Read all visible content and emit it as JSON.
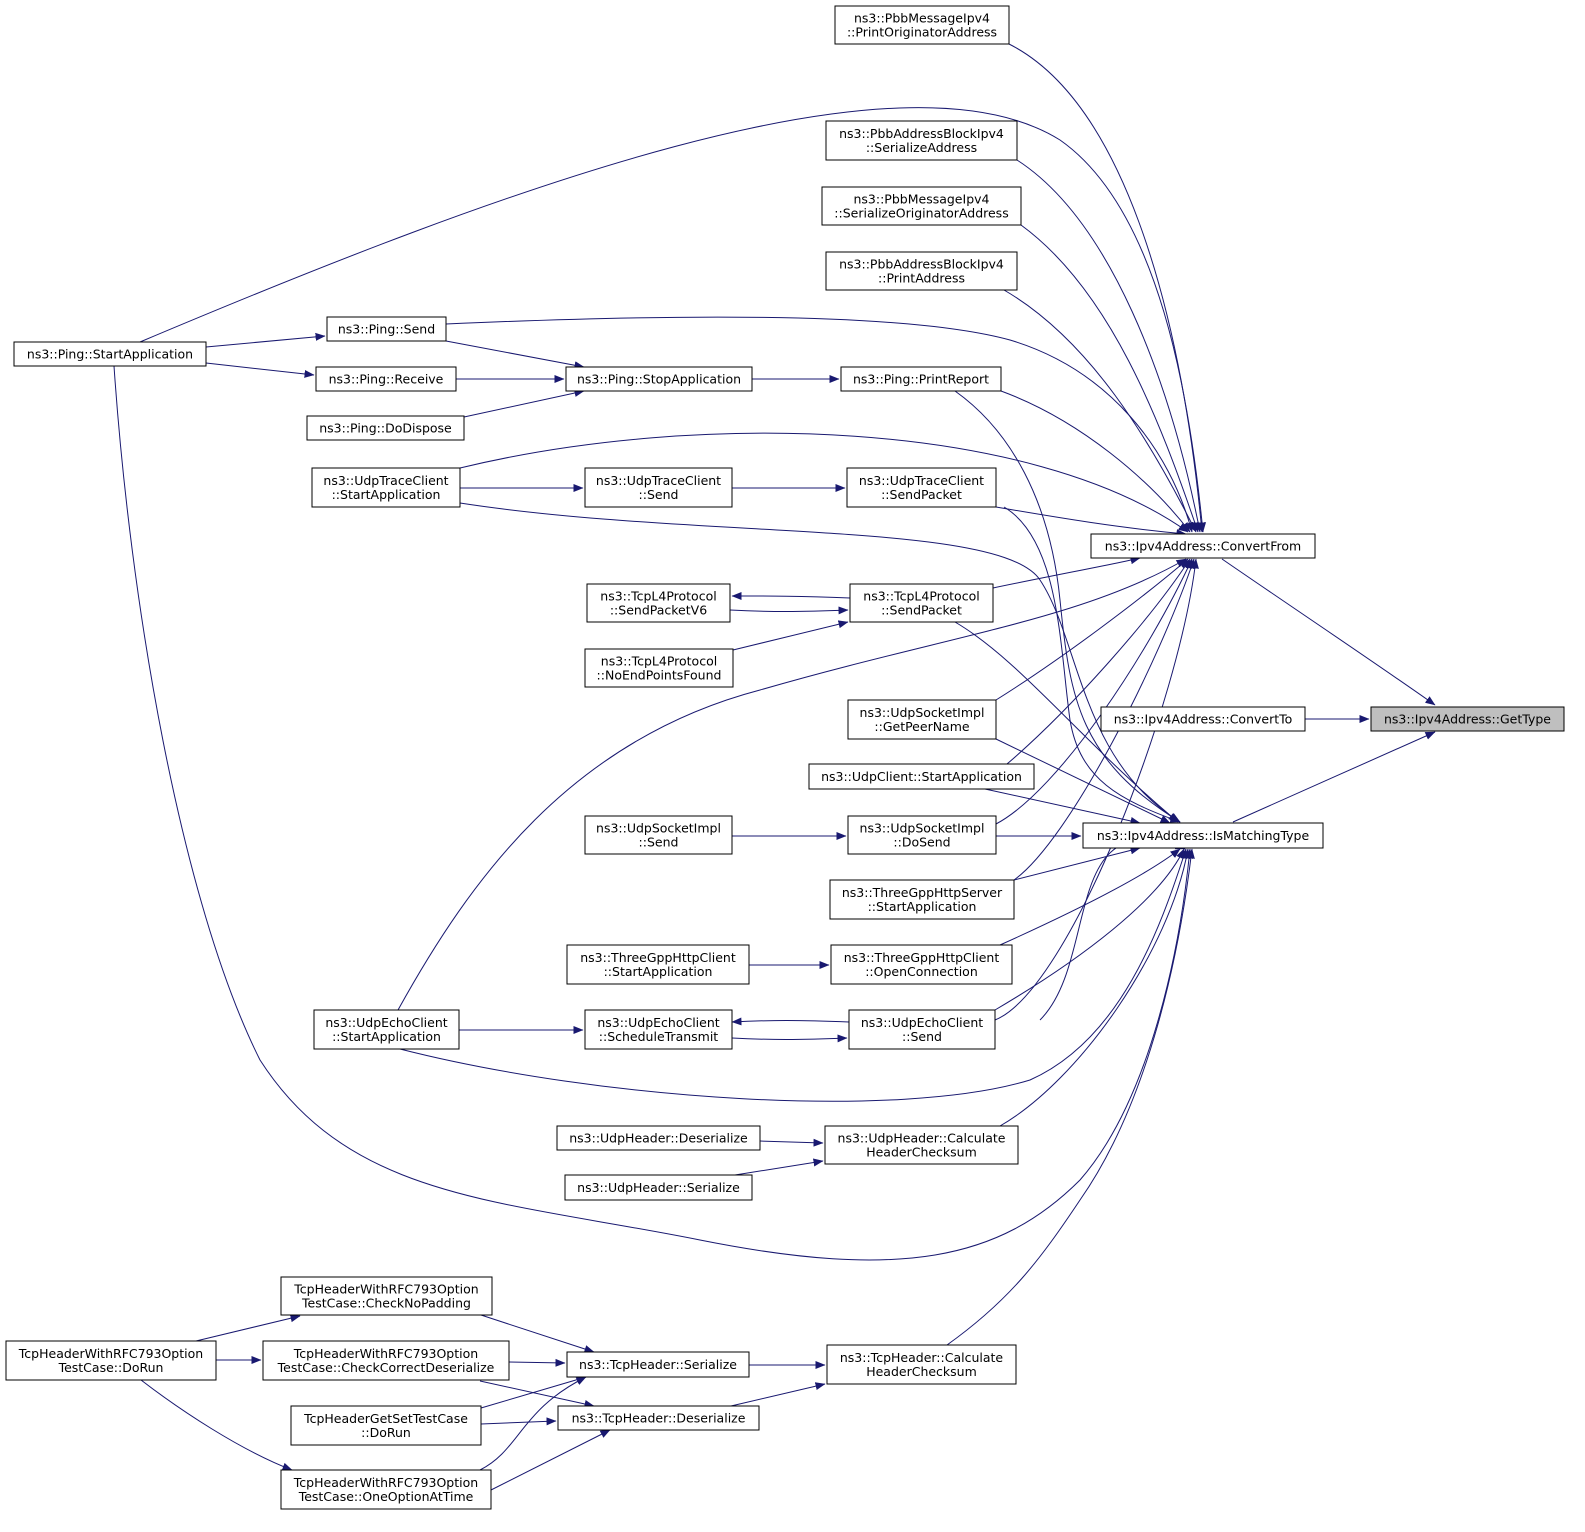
{
  "nodes": [
    {
      "id": "get_type",
      "lines": [
        "ns3::Ipv4Address::GetType"
      ],
      "highlight": true
    },
    {
      "id": "convert_from",
      "lines": [
        "ns3::Ipv4Address::ConvertFrom"
      ]
    },
    {
      "id": "convert_to",
      "lines": [
        "ns3::Ipv4Address::ConvertTo"
      ]
    },
    {
      "id": "is_matching_type",
      "lines": [
        "ns3::Ipv4Address::IsMatchingType"
      ]
    },
    {
      "id": "pbb_msg_print_orig",
      "lines": [
        "ns3::PbbMessageIpv4",
        "::PrintOriginatorAddress"
      ]
    },
    {
      "id": "pbb_block_serialize",
      "lines": [
        "ns3::PbbAddressBlockIpv4",
        "::SerializeAddress"
      ]
    },
    {
      "id": "pbb_msg_serialize_orig",
      "lines": [
        "ns3::PbbMessageIpv4",
        "::SerializeOriginatorAddress"
      ]
    },
    {
      "id": "pbb_block_print",
      "lines": [
        "ns3::PbbAddressBlockIpv4",
        "::PrintAddress"
      ]
    },
    {
      "id": "ping_start",
      "lines": [
        "ns3::Ping::StartApplication"
      ]
    },
    {
      "id": "ping_send",
      "lines": [
        "ns3::Ping::Send"
      ]
    },
    {
      "id": "ping_receive",
      "lines": [
        "ns3::Ping::Receive"
      ]
    },
    {
      "id": "ping_stop",
      "lines": [
        "ns3::Ping::StopApplication"
      ]
    },
    {
      "id": "ping_dispose",
      "lines": [
        "ns3::Ping::DoDispose"
      ]
    },
    {
      "id": "ping_report",
      "lines": [
        "ns3::Ping::PrintReport"
      ]
    },
    {
      "id": "udp_trace_start",
      "lines": [
        "ns3::UdpTraceClient",
        "::StartApplication"
      ]
    },
    {
      "id": "udp_trace_send",
      "lines": [
        "ns3::UdpTraceClient",
        "::Send"
      ]
    },
    {
      "id": "udp_trace_sendpacket",
      "lines": [
        "ns3::UdpTraceClient",
        "::SendPacket"
      ]
    },
    {
      "id": "tcp_l4_sendv6",
      "lines": [
        "ns3::TcpL4Protocol",
        "::SendPacketV6"
      ]
    },
    {
      "id": "tcp_l4_sendpacket",
      "lines": [
        "ns3::TcpL4Protocol",
        "::SendPacket"
      ]
    },
    {
      "id": "tcp_l4_noend",
      "lines": [
        "ns3::TcpL4Protocol",
        "::NoEndPointsFound"
      ]
    },
    {
      "id": "udp_sock_peer",
      "lines": [
        "ns3::UdpSocketImpl",
        "::GetPeerName"
      ]
    },
    {
      "id": "udp_client_start",
      "lines": [
        "ns3::UdpClient::StartApplication"
      ]
    },
    {
      "id": "udp_sock_send",
      "lines": [
        "ns3::UdpSocketImpl",
        "::Send"
      ]
    },
    {
      "id": "udp_sock_dosend",
      "lines": [
        "ns3::UdpSocketImpl",
        "::DoSend"
      ]
    },
    {
      "id": "http_server_start",
      "lines": [
        "ns3::ThreeGppHttpServer",
        "::StartApplication"
      ]
    },
    {
      "id": "http_client_start",
      "lines": [
        "ns3::ThreeGppHttpClient",
        "::StartApplication"
      ]
    },
    {
      "id": "http_client_open",
      "lines": [
        "ns3::ThreeGppHttpClient",
        "::OpenConnection"
      ]
    },
    {
      "id": "udp_echo_start",
      "lines": [
        "ns3::UdpEchoClient",
        "::StartApplication"
      ]
    },
    {
      "id": "udp_echo_schedule",
      "lines": [
        "ns3::UdpEchoClient",
        "::ScheduleTransmit"
      ]
    },
    {
      "id": "udp_echo_send",
      "lines": [
        "ns3::UdpEchoClient",
        "::Send"
      ]
    },
    {
      "id": "udp_hdr_deser",
      "lines": [
        "ns3::UdpHeader::Deserialize"
      ]
    },
    {
      "id": "udp_hdr_calc",
      "lines": [
        "ns3::UdpHeader::Calculate",
        "HeaderChecksum"
      ]
    },
    {
      "id": "udp_hdr_ser",
      "lines": [
        "ns3::UdpHeader::Serialize"
      ]
    },
    {
      "id": "tcp_rfc_nopad",
      "lines": [
        "TcpHeaderWithRFC793Option",
        "TestCase::CheckNoPadding"
      ]
    },
    {
      "id": "tcp_rfc_dorun",
      "lines": [
        "TcpHeaderWithRFC793Option",
        "TestCase::DoRun"
      ]
    },
    {
      "id": "tcp_rfc_correct",
      "lines": [
        "TcpHeaderWithRFC793Option",
        "TestCase::CheckCorrectDeserialize"
      ]
    },
    {
      "id": "tcp_hdr_ser",
      "lines": [
        "ns3::TcpHeader::Serialize"
      ]
    },
    {
      "id": "tcp_hdr_calc",
      "lines": [
        "ns3::TcpHeader::Calculate",
        "HeaderChecksum"
      ]
    },
    {
      "id": "tcp_getset_dorun",
      "lines": [
        "TcpHeaderGetSetTestCase",
        "::DoRun"
      ]
    },
    {
      "id": "tcp_hdr_deser",
      "lines": [
        "ns3::TcpHeader::Deserialize"
      ]
    },
    {
      "id": "tcp_rfc_oneopt",
      "lines": [
        "TcpHeaderWithRFC793Option",
        "TestCase::OneOptionAtTime"
      ]
    }
  ],
  "colors": {
    "edge": "#191970",
    "highlight": "#bfbfbf",
    "box_stroke": "#000000"
  }
}
